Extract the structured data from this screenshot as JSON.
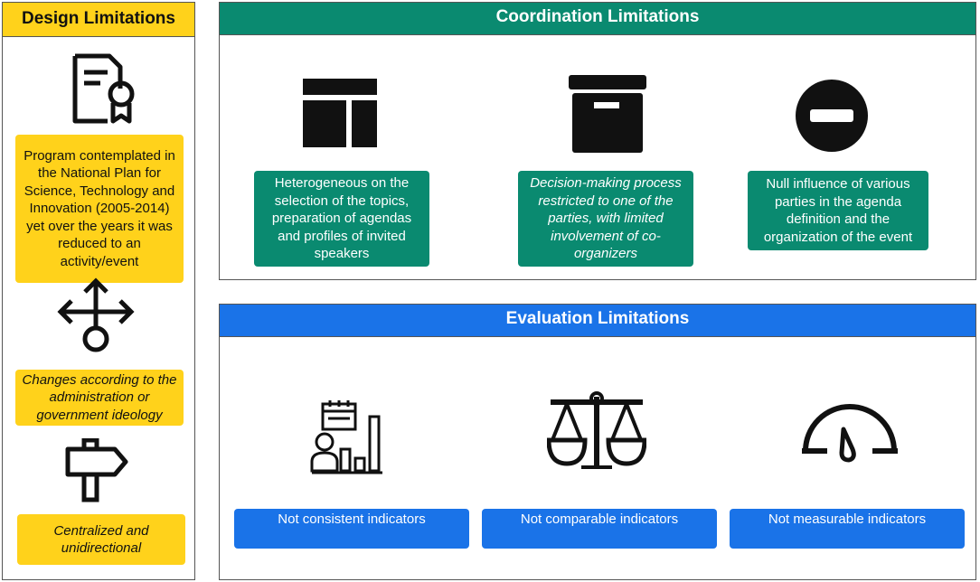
{
  "design": {
    "title": "Design Limitations",
    "color": "#ffd21b",
    "items": [
      {
        "icon": "certificate-icon",
        "text": "Program contemplated in the National Plan for Science, Technology and Innovation (2005-2014) yet over the years it was reduced to an activity/event"
      },
      {
        "icon": "branching-arrows-icon",
        "text": "Changes according to the administration or government ideology"
      },
      {
        "icon": "signpost-icon",
        "text": "Centralized and unidirectional"
      }
    ]
  },
  "coordination": {
    "title": "Coordination Limitations",
    "color": "#0a8a70",
    "items": [
      {
        "icon": "layout-template-icon",
        "text": "Heterogeneous on the selection of the topics, preparation of agendas and profiles of invited speakers"
      },
      {
        "icon": "archive-box-icon",
        "text": "Decision-making process restricted to one of the parties, with limited involvement of co-organizers"
      },
      {
        "icon": "minus-circle-icon",
        "text": "Null influence of various parties in the agenda definition and the organization of the event"
      }
    ]
  },
  "evaluation": {
    "title": "Evaluation Limitations",
    "color": "#1a73e8",
    "items": [
      {
        "icon": "analytics-person-icon",
        "text": "Not consistent indicators"
      },
      {
        "icon": "balance-scale-icon",
        "text": "Not comparable indicators"
      },
      {
        "icon": "speedometer-icon",
        "text": "Not measurable indicators"
      }
    ]
  }
}
